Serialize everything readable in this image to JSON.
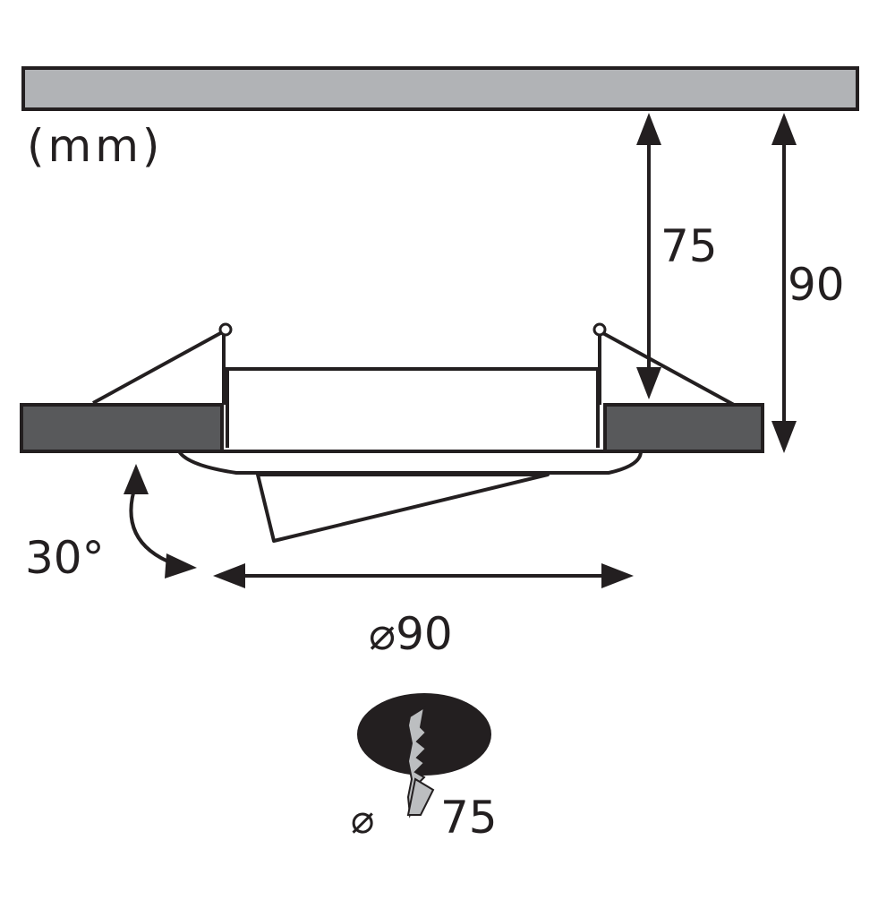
{
  "units_label": "(mm)",
  "dimensions": {
    "depth_inner": "75",
    "depth_total": "90",
    "tilt_angle": "30°",
    "outer_diameter": "⌀90",
    "cutout_diameter_symbol": "⌀",
    "cutout_diameter_value": "75"
  },
  "colors": {
    "line": "#231f20",
    "ceiling_fill": "#b1b3b6",
    "trim_fill": "#58595b",
    "hole_fill": "#231f20",
    "saw_blade_fill": "#bcbec0"
  },
  "icons": {
    "cutout": "ceiling-cutout-saw-icon"
  }
}
